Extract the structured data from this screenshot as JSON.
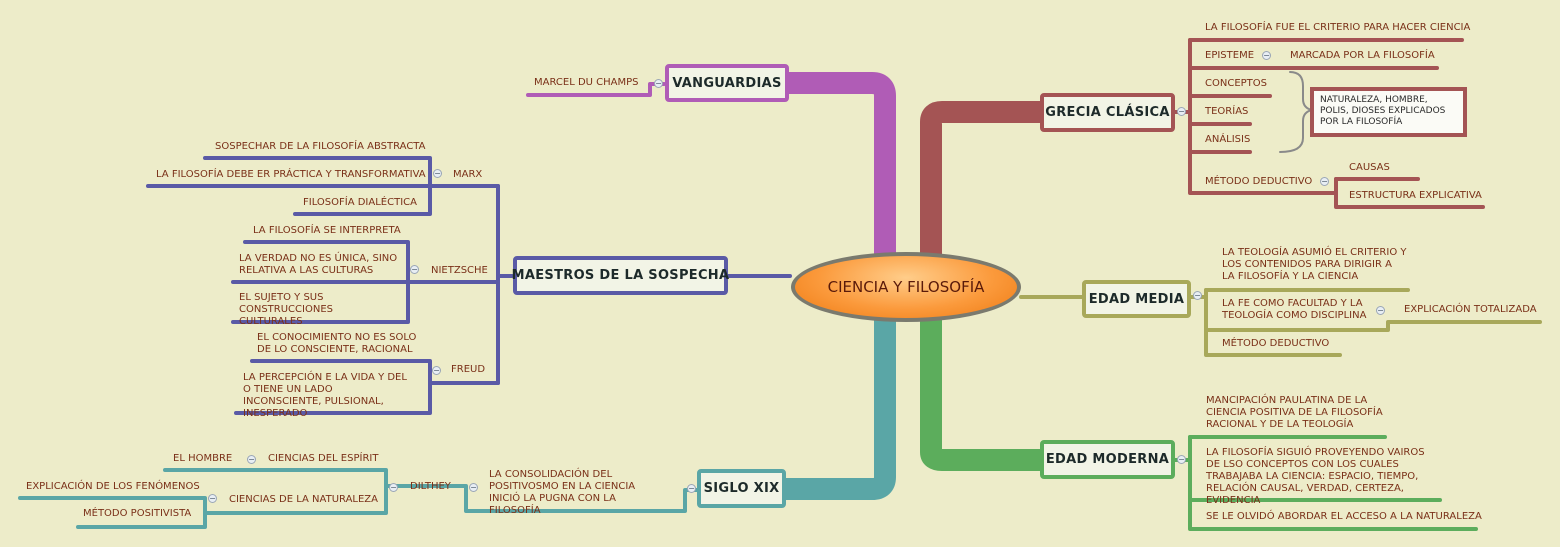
{
  "center": {
    "label": "CIENCIA Y FILOSOFÍA"
  },
  "colors": {
    "grecia": "#a45454",
    "vanguardias": "#b05cb6",
    "maestros": "#5a5aa6",
    "media": "#a8a85a",
    "moderna": "#5cad5c",
    "siglo": "#5aa6a6"
  },
  "vanguardias": {
    "label": "VANGUARDIAS",
    "items": [
      "MARCEL DU CHAMPS"
    ]
  },
  "maestros": {
    "label": "MAESTROS DE LA SOSPECHA",
    "marx": {
      "label": "MARX",
      "items": [
        "SOSPECHAR DE LA FILOSOFÍA ABSTRACTA",
        "LA FILOSOFÍA DEBE ER PRÁCTICA Y TRANSFORMATIVA",
        "FILOSOFÍA DIALÉCTICA"
      ]
    },
    "nietzsche": {
      "label": "NIETZSCHE",
      "items": [
        "LA FILOSOFÍA SE INTERPRETA",
        "LA VERDAD NO ES ÚNICA, SINO RELATIVA A LAS CULTURAS",
        "EL SUJETO Y SUS CONSTRUCCIONES CULTURALES"
      ]
    },
    "freud": {
      "label": "FREUD",
      "items": [
        "EL CONOCIMIENTO NO ES SOLO DE LO CONSCIENTE, RACIONAL",
        "LA PERCEPCIÓN E LA VIDA Y DEL O TIENE UN LADO INCONSCIENTE, PULSIONAL, INESPERADO"
      ]
    }
  },
  "siglo": {
    "label": "SIGLO XIX",
    "consolidacion": "LA CONSOLIDACIÓN DEL POSITIVOSMO EN LA CIENCIA INICIÓ LA PUGNA CON LA FILOSOFÍA",
    "dilthey": "DILTHEY",
    "espiritu": "CIENCIAS DEL ESPÍRIT",
    "hombre": "EL HOMBRE",
    "naturaleza": "CIENCIAS DE LA NATURALEZA",
    "fenomenos": "EXPLICACIÓN DE LOS FENÓMENOS",
    "positivista": "MÉTODO POSITIVISTA"
  },
  "grecia": {
    "label": "GRECIA CLÁSICA",
    "criterio": "LA FILOSOFÍA FUE EL CRITERIO PARA HACER CIENCIA",
    "episteme": "EPISTEME",
    "marcada": "MARCADA POR LA FILOSOFÍA",
    "conceptos": "CONCEPTOS",
    "teorias": "TEORÍAS",
    "analisis": "ANÁLISIS",
    "box": "NATURALEZA, HOMBRE, POLIS, DIOSES EXPLICADOS POR LA FILOSOFÍA",
    "metodo": "MÉTODO DEDUCTIVO",
    "causas": "CAUSAS",
    "estructura": "ESTRUCTURA EXPLICATIVA"
  },
  "media": {
    "label": "EDAD MEDIA",
    "teologia": "LA TEOLOGÍA ASUMIÓ EL CRITERIO Y LOS CONTENIDOS PARA DIRIGIR A LA FILOSOFÍA Y LA CIENCIA",
    "fe": "LA FE COMO FACULTAD Y LA TEOLOGÍA COMO DISCIPLINA",
    "explicacion": "EXPLICACIÓN TOTALIZADA",
    "metodo": "MÉTODO DEDUCTIVO"
  },
  "moderna": {
    "label": "EDAD MODERNA",
    "mancipacion": "MANCIPACIÓN PAULATINA DE LA CIENCIA POSITIVA DE LA FILOSOFÍA RACIONAL Y DE LA TEOLOGÍA",
    "siguio": "LA FILOSOFÍA SIGUIÓ PROVEYENDO VAIROS DE LSO CONCEPTOS CON LOS CUALES TRABAJABA LA CIENCIA: ESPACIO, TIEMPO, RELACIÓN CAUSAL, VERDAD, CERTEZA, EVIDENCIA",
    "olvido": "SE LE OLVIDÓ ABORDAR EL ACCESO A LA NATURALEZA"
  }
}
